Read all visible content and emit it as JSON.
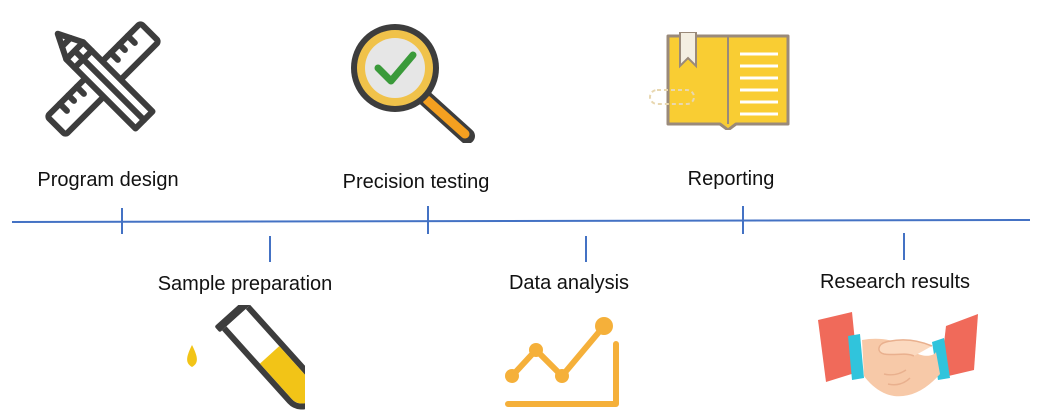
{
  "steps": {
    "program_design": "Program design",
    "precision_testing": "Precision testing",
    "reporting": "Reporting",
    "sample_preparation": "Sample preparation",
    "data_analysis": "Data analysis",
    "research_results": "Research results"
  },
  "colors": {
    "timeline": "#4472c4",
    "icon_dark": "#3d3d3d",
    "magnifier_gold": "#f0c24a",
    "check_green": "#3a9a3a",
    "notebook_yellow": "#f9cd33",
    "notebook_border": "#9a8a7a",
    "chart_orange": "#f5b03a",
    "tube_yellow": "#f2c417",
    "sleeve_red": "#f06a5a",
    "cuff_blue": "#30c4dc",
    "skin": "#f7c9a8"
  },
  "icons": [
    "pencil-ruler-icon",
    "magnifier-check-icon",
    "notebook-icon",
    "test-tube-icon",
    "line-chart-icon",
    "handshake-icon"
  ]
}
